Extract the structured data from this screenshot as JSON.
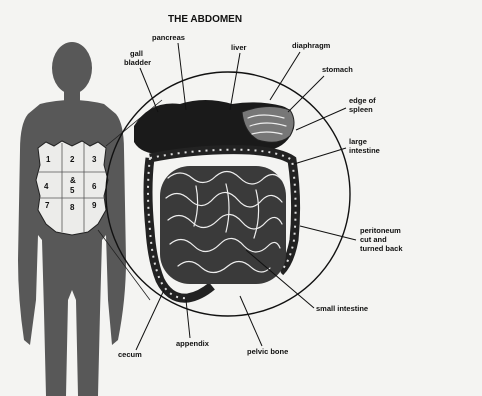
{
  "title": "THE ABDOMEN",
  "regions": [
    "1",
    "2",
    "3",
    "4",
    "5",
    "6",
    "7",
    "8",
    "9"
  ],
  "region_extra": "&",
  "labels": {
    "pancreas": "pancreas",
    "liver": "liver",
    "diaphragm": "diaphragm",
    "gall_bladder_1": "gall",
    "gall_bladder_2": "bladder",
    "stomach": "stomach",
    "spleen_1": "edge of",
    "spleen_2": "spleen",
    "large_intestine_1": "large",
    "large_intestine_2": "intestine",
    "peritoneum_1": "peritoneum",
    "peritoneum_2": "cut and",
    "peritoneum_3": "turned back",
    "small_intestine": "small intestine",
    "cecum": "cecum",
    "appendix": "appendix",
    "pelvic_bone": "pelvic bone"
  },
  "colors": {
    "figure": "#5a5a5a",
    "ink": "#111111",
    "paper": "#f4f4f2"
  }
}
